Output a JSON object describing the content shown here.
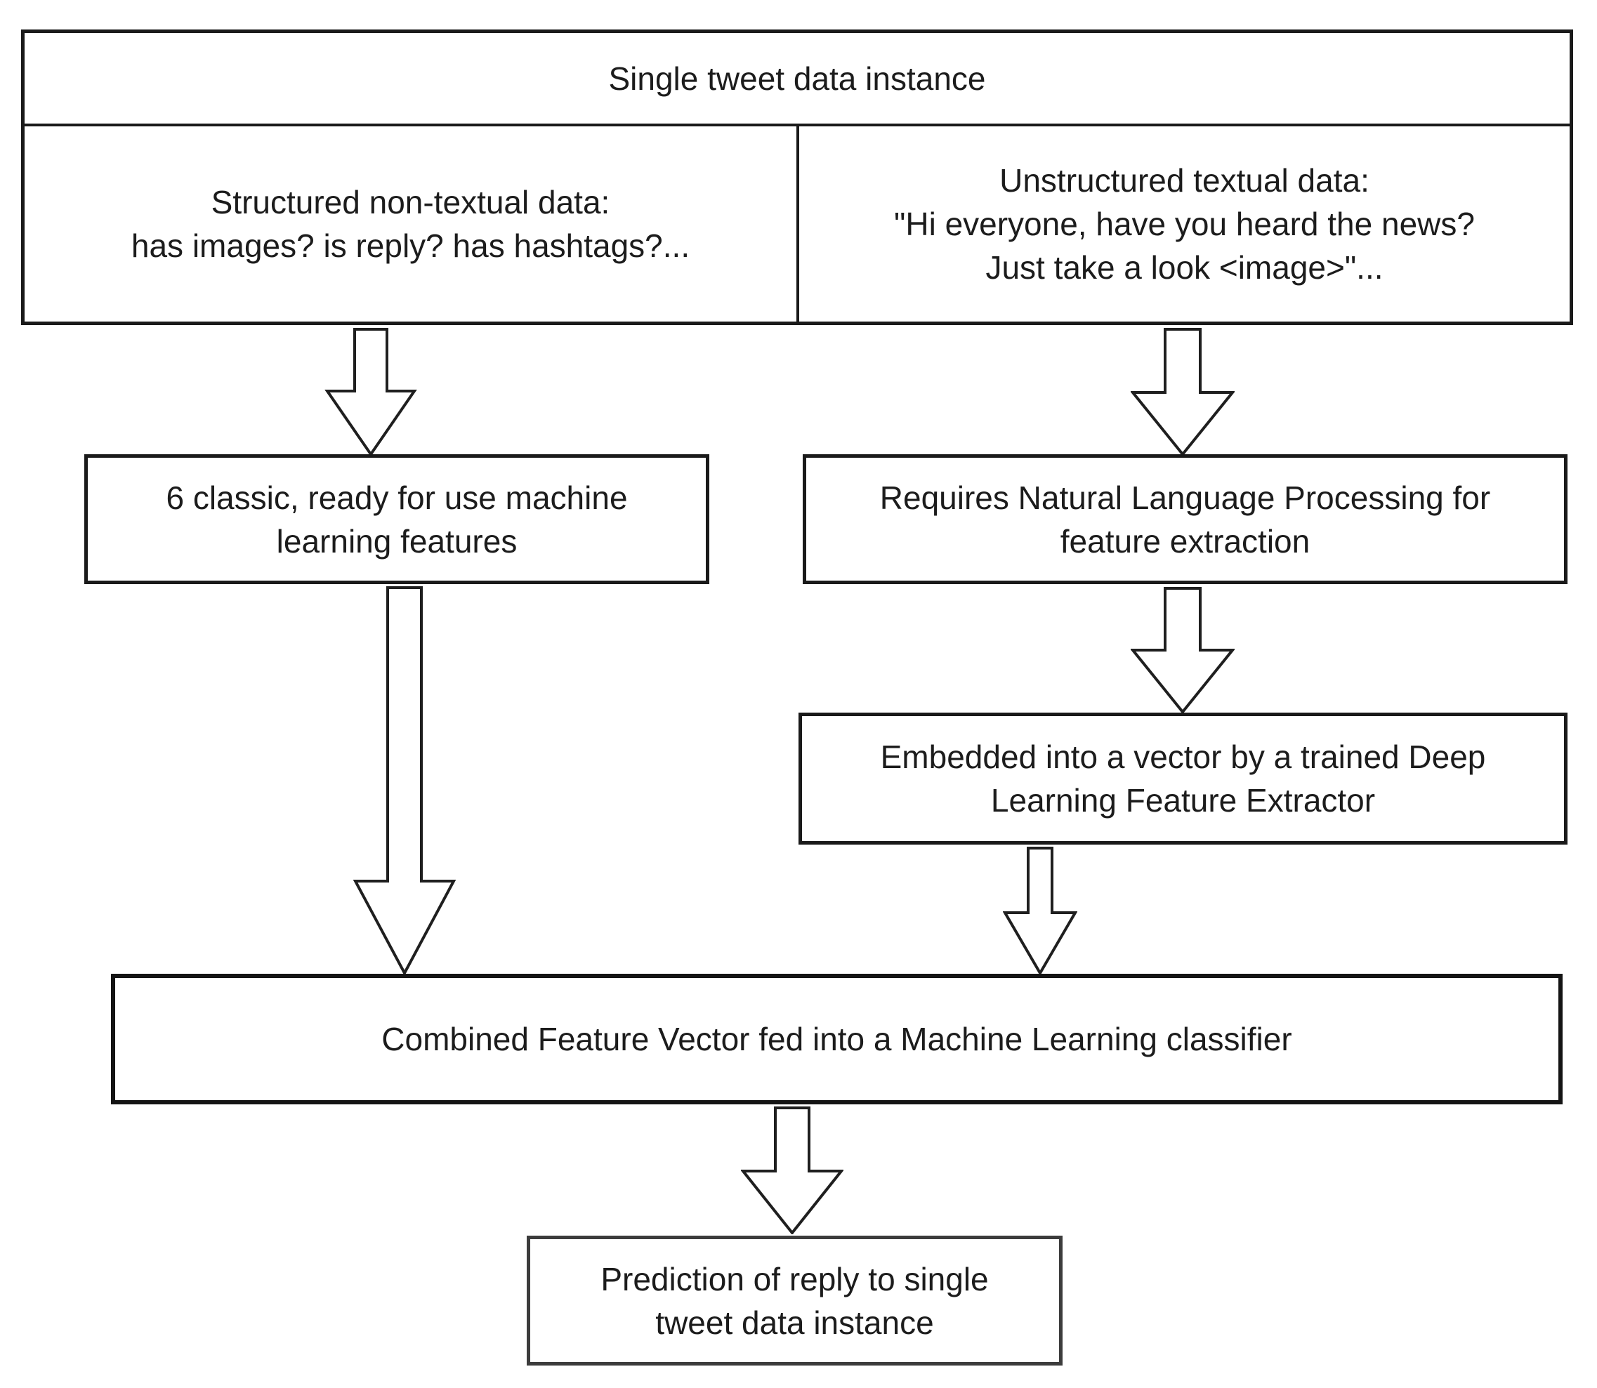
{
  "diagram": {
    "title": "Single tweet data instance",
    "structured_box": {
      "lines": [
        "Structured non-textual data:",
        "has images? is reply? has hashtags?..."
      ]
    },
    "unstructured_box": {
      "lines": [
        "Unstructured textual data:",
        "\"Hi everyone, have you heard the news?",
        "Just take a look <image>\"..."
      ]
    },
    "classic_features_box": {
      "lines": [
        "6 classic, ready for use machine",
        "learning features"
      ]
    },
    "nlp_box": {
      "lines": [
        "Requires Natural Language Processing for",
        "feature extraction"
      ]
    },
    "embedding_box": {
      "lines": [
        "Embedded into a vector by a trained Deep",
        "Learning Feature Extractor"
      ]
    },
    "combined_box": {
      "lines": [
        "Combined Feature Vector fed into a Machine Learning classifier"
      ]
    },
    "prediction_box": {
      "lines": [
        "Prediction of reply to single",
        "tweet data instance"
      ]
    },
    "colors": {
      "line": "#1f1f1f",
      "background": "#ffffff",
      "prediction_border": "#3c3c3c"
    }
  }
}
